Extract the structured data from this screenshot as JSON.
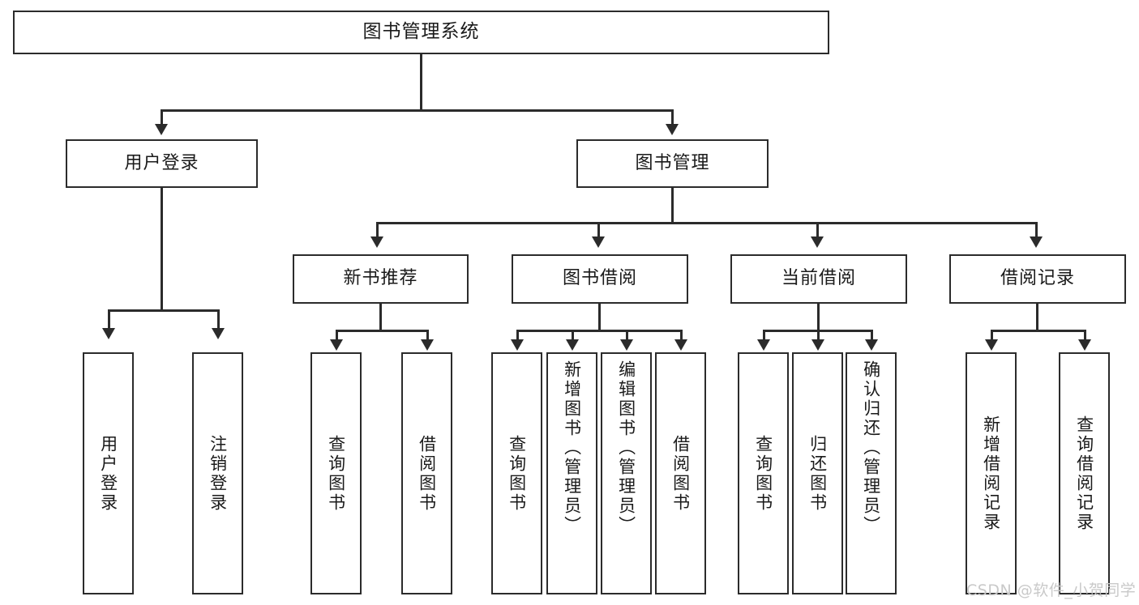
{
  "diagram": {
    "title": "图书管理系统",
    "type": "hierarchy-tree",
    "root": {
      "label": "图书管理系统"
    },
    "level2": [
      {
        "label": "用户登录"
      },
      {
        "label": "图书管理"
      }
    ],
    "level3": [
      {
        "label": "新书推荐"
      },
      {
        "label": "图书借阅"
      },
      {
        "label": "当前借阅"
      },
      {
        "label": "借阅记录"
      }
    ],
    "leaves": {
      "user_login": [
        {
          "label": "用户登录"
        },
        {
          "label": "注销登录"
        }
      ],
      "new_book_recommend": [
        {
          "label": "查询图书"
        },
        {
          "label": "借阅图书"
        }
      ],
      "book_borrow": [
        {
          "label": "查询图书"
        },
        {
          "label": "新增图书（管理员）"
        },
        {
          "label": "编辑图书（管理员）"
        },
        {
          "label": "借阅图书"
        }
      ],
      "current_borrow": [
        {
          "label": "查询图书"
        },
        {
          "label": "归还图书"
        },
        {
          "label": "确认归还（管理员）"
        }
      ],
      "borrow_record": [
        {
          "label": "新增借阅记录"
        },
        {
          "label": "查询借阅记录"
        }
      ]
    }
  },
  "watermark": {
    "text": "CSDN @软件_小贺同学"
  },
  "colors": {
    "stroke": "#2b2b2b",
    "fill": "#ffffff",
    "text": "#1a1a1a",
    "watermark": "#c9c9c9"
  }
}
